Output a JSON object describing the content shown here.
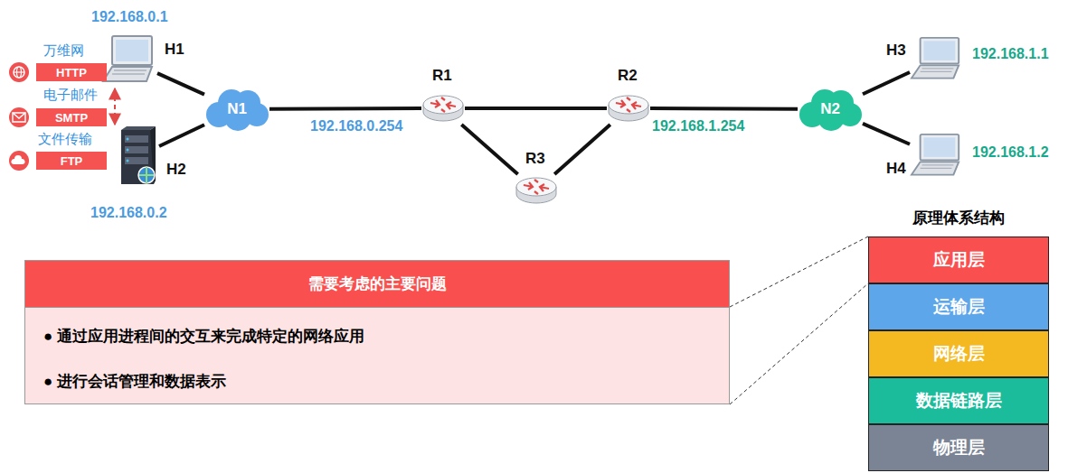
{
  "diagram": {
    "nodes": [
      {
        "text": [
          "192.168.0.1",
          "H1"
        ]
      },
      {
        "text": [
          "万维网",
          "HTTP"
        ]
      },
      {
        "text": [
          "电子邮件",
          "SMTP"
        ]
      },
      {
        "text": [
          "文件传输",
          "FTP"
        ]
      },
      {
        "text": [
          "H2",
          "192.168.0.2"
        ]
      },
      {
        "text": [
          "N1"
        ]
      },
      {
        "text": [
          "R1"
        ]
      },
      {
        "text": [
          "R3"
        ]
      },
      {
        "text": [
          "R2"
        ]
      },
      {
        "text": [
          "N2"
        ]
      },
      {
        "text": [
          "H3",
          "192.168.1.1"
        ]
      },
      {
        "text": [
          "H4",
          "192.168.1.2"
        ]
      },
      {
        "text": [
          "需要考虑的主要问题",
          "● 通过应用进程间的交互来完成特定的网络应用",
          "● 进行会话管理和数据表示"
        ]
      },
      {
        "text": [
          "原理体系结构"
        ]
      },
      {
        "text": [
          "应用层"
        ],
        "in": 13
      },
      {
        "text": [
          "运输层"
        ],
        "in": 13
      },
      {
        "text": [
          "网络层"
        ],
        "in": 13
      },
      {
        "text": [
          "数据链路层"
        ],
        "in": 13
      },
      {
        "text": [
          "物理层"
        ],
        "in": 13
      }
    ],
    "edges": [
      {
        "from": 0,
        "to": 5,
        "arrow": "none"
      },
      {
        "from": 4,
        "to": 5,
        "arrow": "none"
      },
      {
        "from": 5,
        "to": 6,
        "arrow": "none"
      },
      {
        "from": 6,
        "to": 8,
        "arrow": "none"
      },
      {
        "from": 6,
        "to": 7,
        "arrow": "none"
      },
      {
        "from": 7,
        "to": 8,
        "arrow": "none"
      },
      {
        "from": 8,
        "to": 9,
        "arrow": "none"
      },
      {
        "from": 9,
        "to": 10,
        "arrow": "none"
      },
      {
        "from": 9,
        "to": 11,
        "arrow": "none"
      },
      {
        "from": 0,
        "to": 4,
        "arrow": "both"
      },
      {
        "from": 12,
        "to": 14,
        "arrow": "none"
      },
      {
        "from": 12,
        "to": 14,
        "arrow": "none"
      }
    ],
    "labels": [
      "192.168.0.254",
      "192.168.1.254"
    ]
  }
}
